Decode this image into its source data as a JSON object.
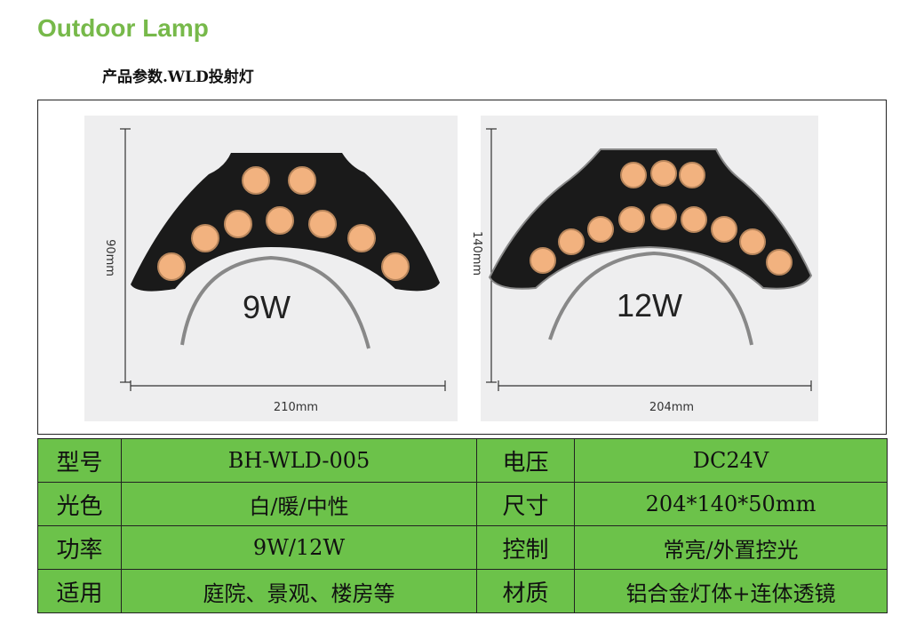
{
  "header": {
    "title": "Outdoor Lamp",
    "subtitle": "产品参数.WLD投射灯"
  },
  "products": [
    {
      "watt": "9W",
      "height_dim": "90mm",
      "width_dim": "210mm"
    },
    {
      "watt": "12W",
      "height_dim": "140mm",
      "width_dim": "204mm"
    }
  ],
  "colors": {
    "title": "#77b94a",
    "table_bg": "#6cc24a",
    "lamp_body": "#1a1a1a",
    "led": "#f2b27f"
  },
  "specs": [
    {
      "label1": "型号",
      "value1": "BH-WLD-005",
      "label2": "电压",
      "value2": "DC24V"
    },
    {
      "label1": "光色",
      "value1": "白/暖/中性",
      "label2": "尺寸",
      "value2": "204*140*50mm"
    },
    {
      "label1": "功率",
      "value1": "9W/12W",
      "label2": "控制",
      "value2": "常亮/外置控光"
    },
    {
      "label1": "适用",
      "value1": "庭院、景观、楼房等",
      "label2": "材质",
      "value2": "铝合金灯体+连体透镜"
    }
  ]
}
